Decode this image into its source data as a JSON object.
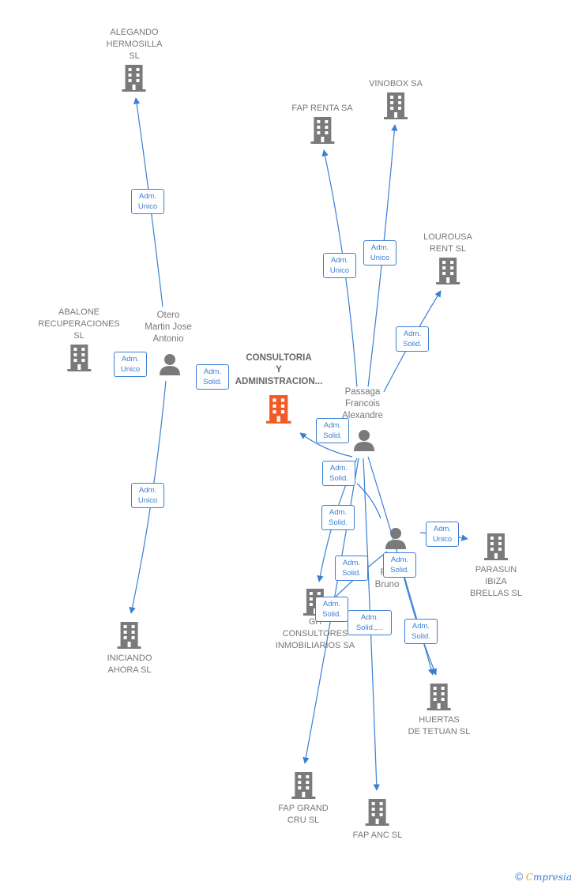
{
  "colors": {
    "building": "#7a7a7a",
    "main_building": "#f15a24",
    "edge": "#3a7fd5",
    "person": "#7a7a7a"
  },
  "companies": {
    "alegando": "ALEGANDO\nHERMOSILLA\nSL",
    "vinobox": "VINOBOX SA",
    "fap_renta": "FAP RENTA SA",
    "lourousa": "LOUROUSA\nRENT  SL",
    "abalone": "ABALONE\nRECUPERACIONES\nSL",
    "consultoria": "CONSULTORIA\nY\nADMINISTRACION...",
    "parasun": "PARASUN\nIBIZA\nBRELLAS  SL",
    "gh": "GH\nCONSULTORES\nINMOBILIARIOS SA",
    "iniciando": "INICIANDO\nAHORA  SL",
    "huertas": "HUERTAS\nDE TETUAN  SL",
    "fap_grand": "FAP GRAND\nCRU  SL",
    "fap_anc": "FAP ANC  SL"
  },
  "people": {
    "otero": "Otero\nMartin Jose\nAntonio",
    "passaga": "Passaga\nFrancois\nAlexandre",
    "bruno": "M\nFer\nBruno"
  },
  "relations": {
    "r1": "Adm.\nUnico",
    "r2": "Adm.\nUnico",
    "r3": "Adm.\nUnico",
    "r4": "Adm.\nSolid.",
    "r5": "Adm.\nUnico",
    "r6": "Adm.\nUnico",
    "r7": "Adm.\nSolid.",
    "r8": "Adm.\nSolid.",
    "r9": "Adm.\nSolid.",
    "r10": "Adm.\nSolid.",
    "r11": "Adm.\nUnico",
    "r12": "Adm.\nSolid.",
    "r13": "Adm.\nSolid.",
    "r14": "Adm.\nSolid.",
    "r15": "Adm.\nSolid.,...",
    "r16": "Adm.\nSolid."
  },
  "footer": {
    "copyright": "©",
    "brand_first": "C",
    "brand_rest": "mpresia"
  }
}
